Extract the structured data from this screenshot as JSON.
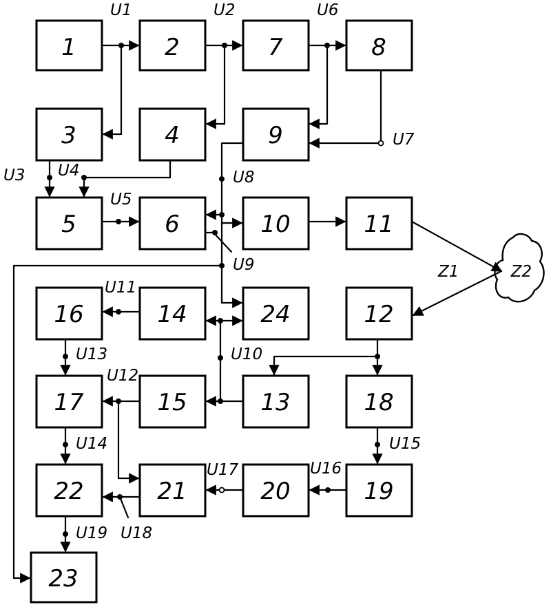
{
  "blocks": [
    "1",
    "2",
    "3",
    "4",
    "5",
    "6",
    "7",
    "8",
    "9",
    "10",
    "11",
    "12",
    "13",
    "14",
    "15",
    "16",
    "17",
    "18",
    "19",
    "20",
    "21",
    "22",
    "23",
    "24"
  ],
  "signals": {
    "u1": "U1",
    "u2": "U2",
    "u3": "U3",
    "u4": "U4",
    "u5": "U5",
    "u6": "U6",
    "u7": "U7",
    "u8": "U8",
    "u9": "U9",
    "u10": "U10",
    "u11": "U11",
    "u12": "U12",
    "u13": "U13",
    "u14": "U14",
    "u15": "U15",
    "u16": "U16",
    "u17": "U17",
    "u18": "U18",
    "u19": "U19"
  },
  "z1": "Z1",
  "z2": "Z2"
}
